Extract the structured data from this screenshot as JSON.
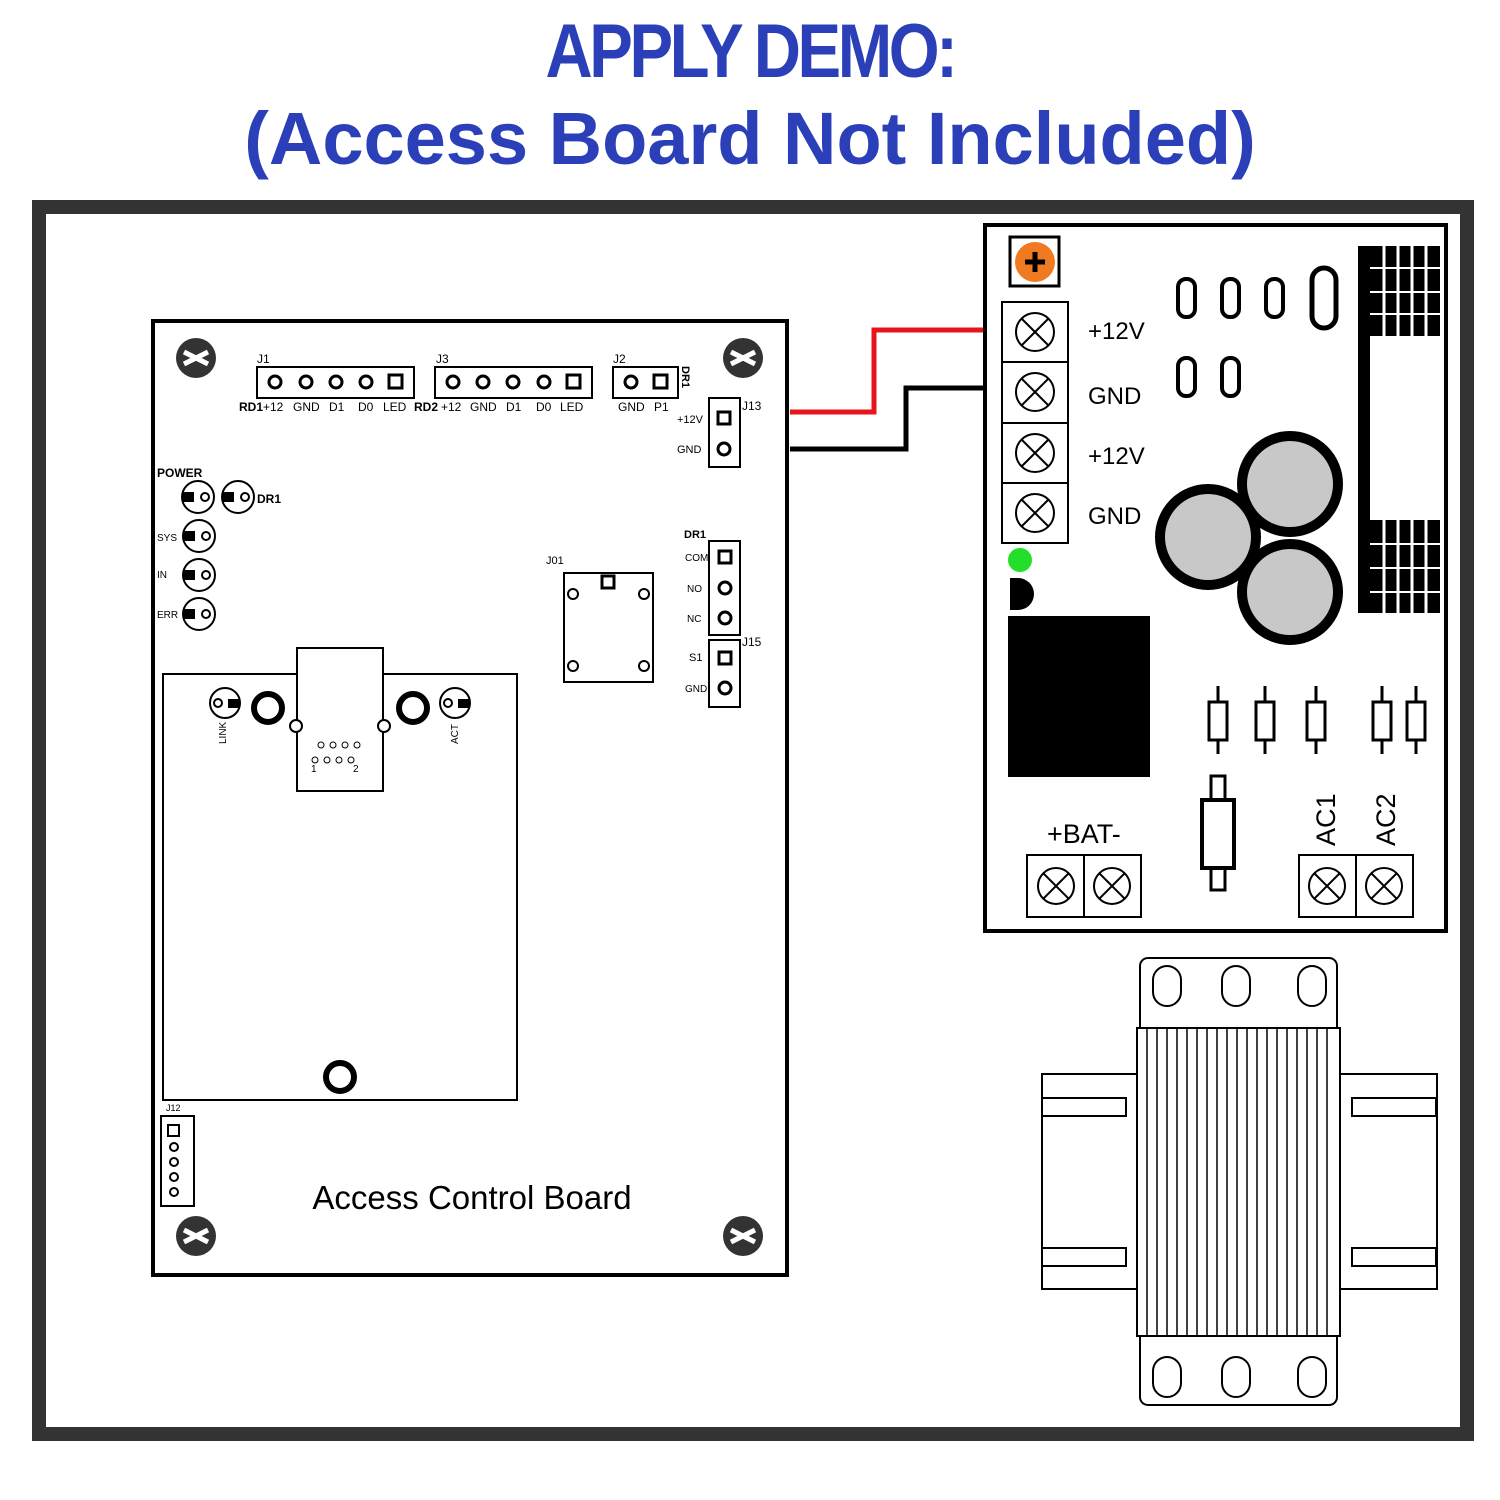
{
  "header": {
    "title": "APPLY DEMO:",
    "subtitle": "(Access Board Not Included)"
  },
  "access_board": {
    "label": "Access Control Board",
    "j1": {
      "name": "J1",
      "pins": [
        "RD1",
        "+12",
        "GND",
        "D1",
        "D0",
        "LED"
      ]
    },
    "j3": {
      "name": "J3",
      "pins": [
        "RD2",
        "+12",
        "GND",
        "D1",
        "D0",
        "LED"
      ]
    },
    "j2": {
      "name": "J2",
      "pins": [
        "GND",
        "P1"
      ],
      "side_label": "DR1"
    },
    "j13": {
      "name": "J13",
      "pins": [
        "+12V",
        "GND"
      ]
    },
    "leds": {
      "power": "POWER",
      "dr1": "DR1",
      "sys": "SYS",
      "in": "IN",
      "err": "ERR"
    },
    "relay": {
      "name": "DR1",
      "pins": [
        "COM",
        "NO",
        "NC"
      ]
    },
    "j15": {
      "name": "J15",
      "pins": [
        "S1",
        "GND"
      ]
    },
    "j01": "J01",
    "ethernet": {
      "link": "LINK",
      "act": "ACT",
      "pin1": "1",
      "pin2": "2"
    },
    "j12": "J12"
  },
  "power_supply": {
    "terminals": [
      "+12V",
      "GND",
      "+12V",
      "GND"
    ],
    "battery": "+BAT-",
    "ac": [
      "AC1",
      "AC2"
    ]
  },
  "colors": {
    "title": "#2b3fb8",
    "wire_positive": "#e8141b",
    "wire_ground": "#000000",
    "adjust_pot": "#f07a22",
    "status_led": "#22e02a",
    "capacitor": "#c8c8c8"
  }
}
